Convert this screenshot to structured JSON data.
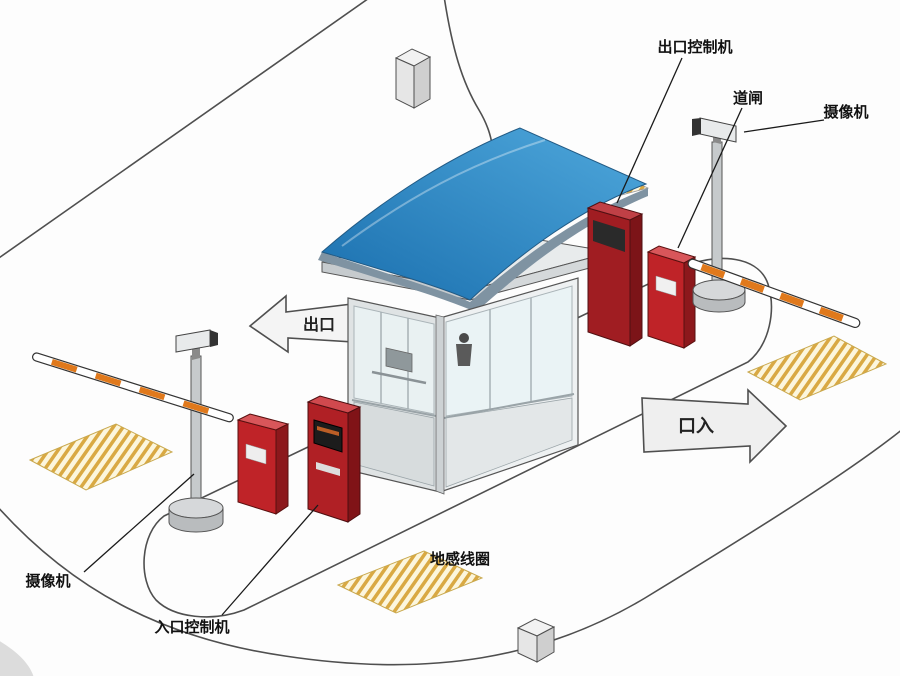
{
  "diagram": {
    "labels": {
      "exit_controller": "出口控制机",
      "barrier_gate": "道闸",
      "camera_top_right": "摄像机",
      "camera_bottom_left": "摄像机",
      "entry_controller": "入口控制机",
      "ground_loop": "地感线圈"
    },
    "road_markings": {
      "exit_arrow": "出口",
      "entrance_arrow": "口入"
    },
    "colors": {
      "canopy_blue_dark": "#1a6fae",
      "canopy_blue_light": "#4fa8dc",
      "machine_red": "#b02025",
      "machine_red_light": "#d0494e",
      "machine_red_dark": "#801317",
      "barrier_red": "#bf2328",
      "barrier_red_light": "#d8565a",
      "barrier_red_dark": "#8c181c",
      "panel_dark_red": "#a01d22",
      "panel_dark_red_light": "#c04046",
      "panel_dark_red_side": "#7c1418",
      "arm_orange": "#e0791c",
      "loop_stripe": "#d9a943",
      "loop_bg": "#fcf6dd",
      "road_line": "#4f4f4f",
      "label_text": "#111111"
    }
  }
}
